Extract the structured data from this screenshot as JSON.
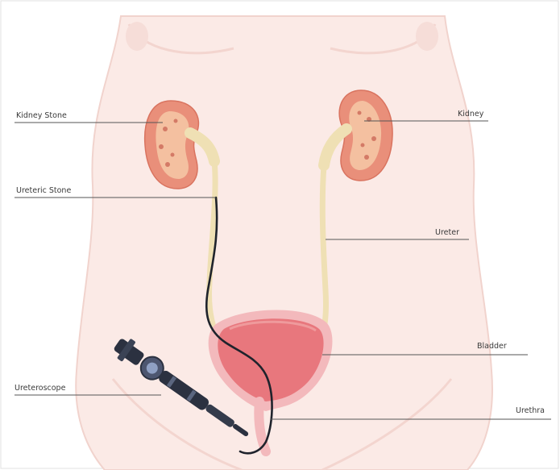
{
  "diagram": {
    "labels": {
      "kidney_stone": "Kidney Stone",
      "kidney": "Kidney",
      "ureteric_stone": "Ureteric Stone",
      "ureter": "Ureter",
      "bladder": "Bladder",
      "ureteroscope": "Ureteroscope",
      "urethra": "Urethra"
    },
    "colors": {
      "skin": "#fbeae6",
      "skin_outline": "#f1d3cd",
      "kidney": "#e98f7a",
      "kidney_inner": "#f7d0a9",
      "ureter": "#efe0b4",
      "bladder": "#e8777d",
      "bladder_rim": "#f3b9bc",
      "scope": "#2b3140",
      "label_line": "#555555"
    }
  }
}
